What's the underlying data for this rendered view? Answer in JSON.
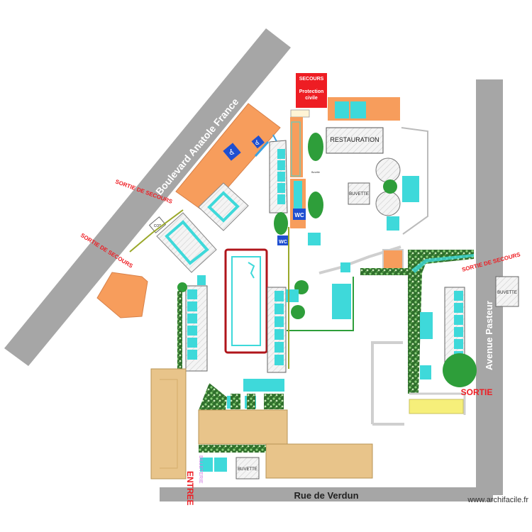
{
  "plan": {
    "streets": {
      "boulevard": "Boulevard Anatole France",
      "avenue": "Avenue Pasteur",
      "rue": "Rue de Verdun"
    },
    "labels": {
      "secours": "SECOURS",
      "protection": "Protection civile",
      "restauration": "RESTAURATION",
      "buvette_center": "BUVETTE",
      "buvette_east": "BUVETTE",
      "buvette_south": "BUVETTE",
      "wc_1": "WC",
      "wc_2": "WC",
      "sortie_secours_1": "SORTIE DE SECOURS",
      "sortie_secours_2": "SORTIE DE SECOURS",
      "sortie_secours_3": "SORTIE DE SECOURS",
      "sortie": "SORTIE",
      "entree": "ENTREE",
      "billeterie": "BILLETERIE",
      "small_tag": "COT"
    },
    "watermark": "www.archifacile.fr",
    "colors": {
      "street": "#a6a6a6",
      "orange": "#f79d5c",
      "cyan": "#3ed9da",
      "tan": "#e8c48a",
      "red": "#ee1d23",
      "dark_red": "#b0151b",
      "green": "#2e9e3a",
      "blue": "#1f4fd1",
      "yellow": "#f6ef7a"
    }
  }
}
